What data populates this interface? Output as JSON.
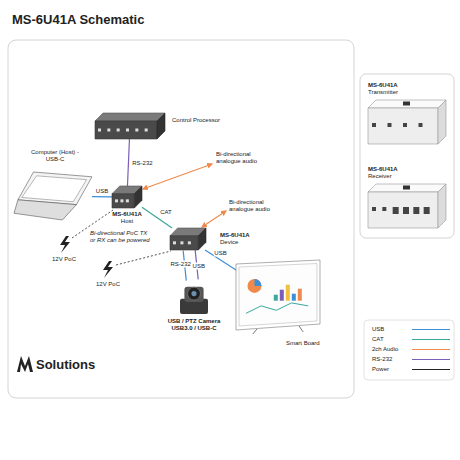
{
  "diagram": {
    "title": "MS-6U41A Schematic",
    "nodes": [
      {
        "text": [
          "Control Processor"
        ]
      },
      {
        "text": [
          "Computer (Host) - USB-C"
        ]
      },
      {
        "text": [
          "MS-6U41A",
          "Host"
        ]
      },
      {
        "text": [
          "MS-6U41A",
          "Device"
        ]
      },
      {
        "text": [
          "USB / PTZ Camera USB3.0 / USB-C"
        ]
      },
      {
        "text": [
          "Smart Board"
        ]
      },
      {
        "text": [
          "MS-6U41A",
          "Transmitter"
        ]
      },
      {
        "text": [
          "MS-6U41A",
          "Receiver"
        ]
      }
    ],
    "edges": [
      {
        "from": 0,
        "to": 2,
        "label": "RS-232",
        "arrow": "none"
      },
      {
        "from": 1,
        "to": 2,
        "label": "USB",
        "arrow": "none"
      },
      {
        "from": 2,
        "to": 3,
        "label": "CAT",
        "arrow": "none"
      },
      {
        "from": 3,
        "to": 4,
        "label": "RS-232",
        "arrow": "none"
      },
      {
        "from": 3,
        "to": 4,
        "label": "USB",
        "arrow": "none"
      },
      {
        "from": 3,
        "to": 5,
        "label": "USB",
        "arrow": "none"
      }
    ],
    "labels": [
      "Bi-directional analogue audio",
      "Bi-directional analogue audio",
      "Bi-directional PoC TX or RX can be powered",
      "12V PoC",
      "12V PoC",
      "Solutions"
    ],
    "legend": [
      {
        "text": "USB",
        "color": "#3d8fd6"
      },
      {
        "text": "CAT",
        "color": "#3aa89b"
      },
      {
        "text": "2ch Audio",
        "color": "#f08a4b"
      },
      {
        "text": "RS-232",
        "color": "#7b5fb5"
      },
      {
        "text": "Power",
        "color": "#222222"
      }
    ]
  }
}
